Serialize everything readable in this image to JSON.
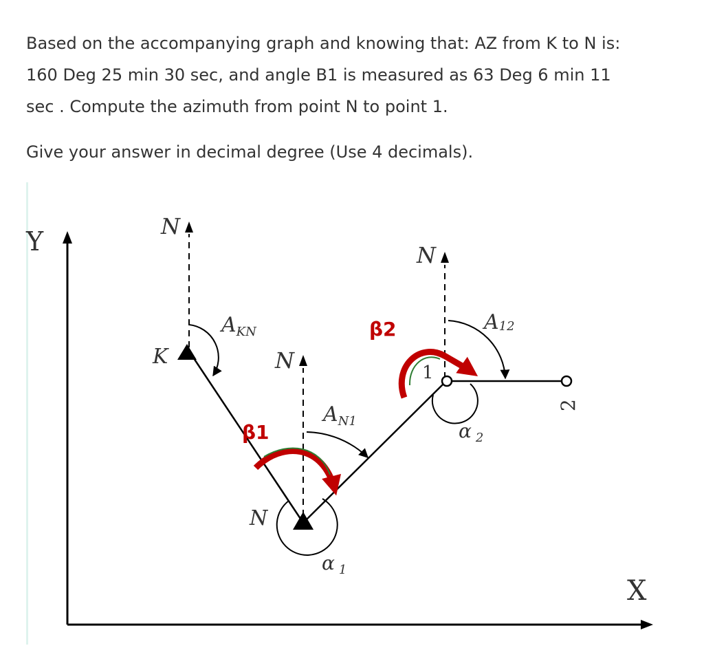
{
  "question": {
    "text_lines": [
      "Based on the accompanying graph and knowing that: AZ from K to N is:",
      "160 Deg 25 min 30 sec, and angle B1 is measured as 63 Deg 6 min 11",
      "sec . Compute the azimuth from point N to point 1."
    ],
    "instruction": "Give your answer in decimal degree (Use 4 decimals)."
  },
  "figure": {
    "axis_y": "Y",
    "axis_x": "X",
    "north": "N",
    "point_k": "K",
    "point_n": "N",
    "point_1": "1",
    "point_2": "2",
    "az_kn": "A",
    "az_kn_sub": "KN",
    "az_n1": "A",
    "az_n1_sub": "N1",
    "az_12": "A",
    "az_12_sub": "12",
    "beta1": "β1",
    "beta2": "β2",
    "alpha": "α",
    "alpha1_sub": "1",
    "alpha2_sub": "2",
    "colors": {
      "arc_red": "#c00000",
      "arc_green": "#2e7d32",
      "line": "#000000"
    }
  }
}
